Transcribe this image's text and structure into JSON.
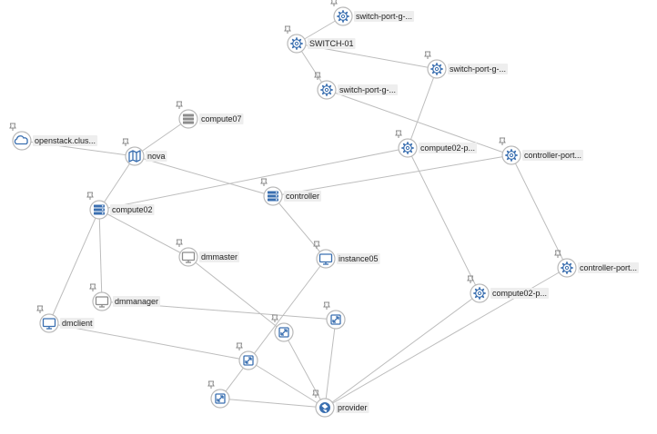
{
  "colors": {
    "edge": "#bdbdbd",
    "node_border": "#b9b9b9",
    "icon_blue": "#3a6fb0",
    "icon_gray": "#8c8c8c",
    "label_bg": "#eeeeee"
  },
  "nodes": [
    {
      "id": "sp1",
      "label": "switch-port-g-...",
      "icon": "gear-icon"
    },
    {
      "id": "switch01",
      "label": "SWITCH-01",
      "icon": "gear-icon"
    },
    {
      "id": "sp2",
      "label": "switch-port-g-...",
      "icon": "gear-icon"
    },
    {
      "id": "sp3",
      "label": "switch-port-g-...",
      "icon": "gear-icon"
    },
    {
      "id": "compute07",
      "label": "compute07",
      "icon": "server-gray-icon"
    },
    {
      "id": "openstack",
      "label": "openstack.clus...",
      "icon": "cloud-icon"
    },
    {
      "id": "nova",
      "label": "nova",
      "icon": "map-icon"
    },
    {
      "id": "compute02p1",
      "label": "compute02-p...",
      "icon": "gear-icon"
    },
    {
      "id": "cport1",
      "label": "controller-port...",
      "icon": "gear-icon"
    },
    {
      "id": "controller",
      "label": "controller",
      "icon": "server-icon"
    },
    {
      "id": "compute02",
      "label": "compute02",
      "icon": "server-icon"
    },
    {
      "id": "dmmaster",
      "label": "dmmaster",
      "icon": "monitor-gray-icon"
    },
    {
      "id": "instance05",
      "label": "instance05",
      "icon": "monitor-icon"
    },
    {
      "id": "cport2",
      "label": "controller-port...",
      "icon": "gear-icon"
    },
    {
      "id": "compute02p2",
      "label": "compute02-p...",
      "icon": "gear-icon"
    },
    {
      "id": "dmmanager",
      "label": "dmmanager",
      "icon": "monitor-gray-icon"
    },
    {
      "id": "dmclient",
      "label": "dmclient",
      "icon": "monitor-icon"
    },
    {
      "id": "vol1",
      "label": "",
      "icon": "volume-icon"
    },
    {
      "id": "vol2",
      "label": "",
      "icon": "volume-icon"
    },
    {
      "id": "vol3",
      "label": "",
      "icon": "volume-icon"
    },
    {
      "id": "vol4",
      "label": "",
      "icon": "volume-icon"
    },
    {
      "id": "provider",
      "label": "provider",
      "icon": "network-icon"
    }
  ],
  "edges": [
    [
      "sp1",
      "switch01"
    ],
    [
      "switch01",
      "sp2"
    ],
    [
      "switch01",
      "sp3"
    ],
    [
      "sp2",
      "compute02p1"
    ],
    [
      "sp3",
      "cport1"
    ],
    [
      "openstack",
      "nova"
    ],
    [
      "compute07",
      "nova"
    ],
    [
      "nova",
      "compute02"
    ],
    [
      "nova",
      "controller"
    ],
    [
      "compute02",
      "compute02p1"
    ],
    [
      "controller",
      "cport1"
    ],
    [
      "controller",
      "instance05"
    ],
    [
      "compute02",
      "dmmaster"
    ],
    [
      "compute02",
      "dmmanager"
    ],
    [
      "compute02",
      "dmclient"
    ],
    [
      "dmmaster",
      "vol1"
    ],
    [
      "vol1",
      "provider"
    ],
    [
      "dmmanager",
      "vol2"
    ],
    [
      "vol2",
      "provider"
    ],
    [
      "dmclient",
      "vol3"
    ],
    [
      "vol3",
      "provider"
    ],
    [
      "instance05",
      "vol4"
    ],
    [
      "vol4",
      "provider"
    ],
    [
      "compute02p1",
      "compute02p2"
    ],
    [
      "compute02p2",
      "provider"
    ],
    [
      "cport1",
      "cport2"
    ],
    [
      "cport2",
      "provider"
    ]
  ]
}
